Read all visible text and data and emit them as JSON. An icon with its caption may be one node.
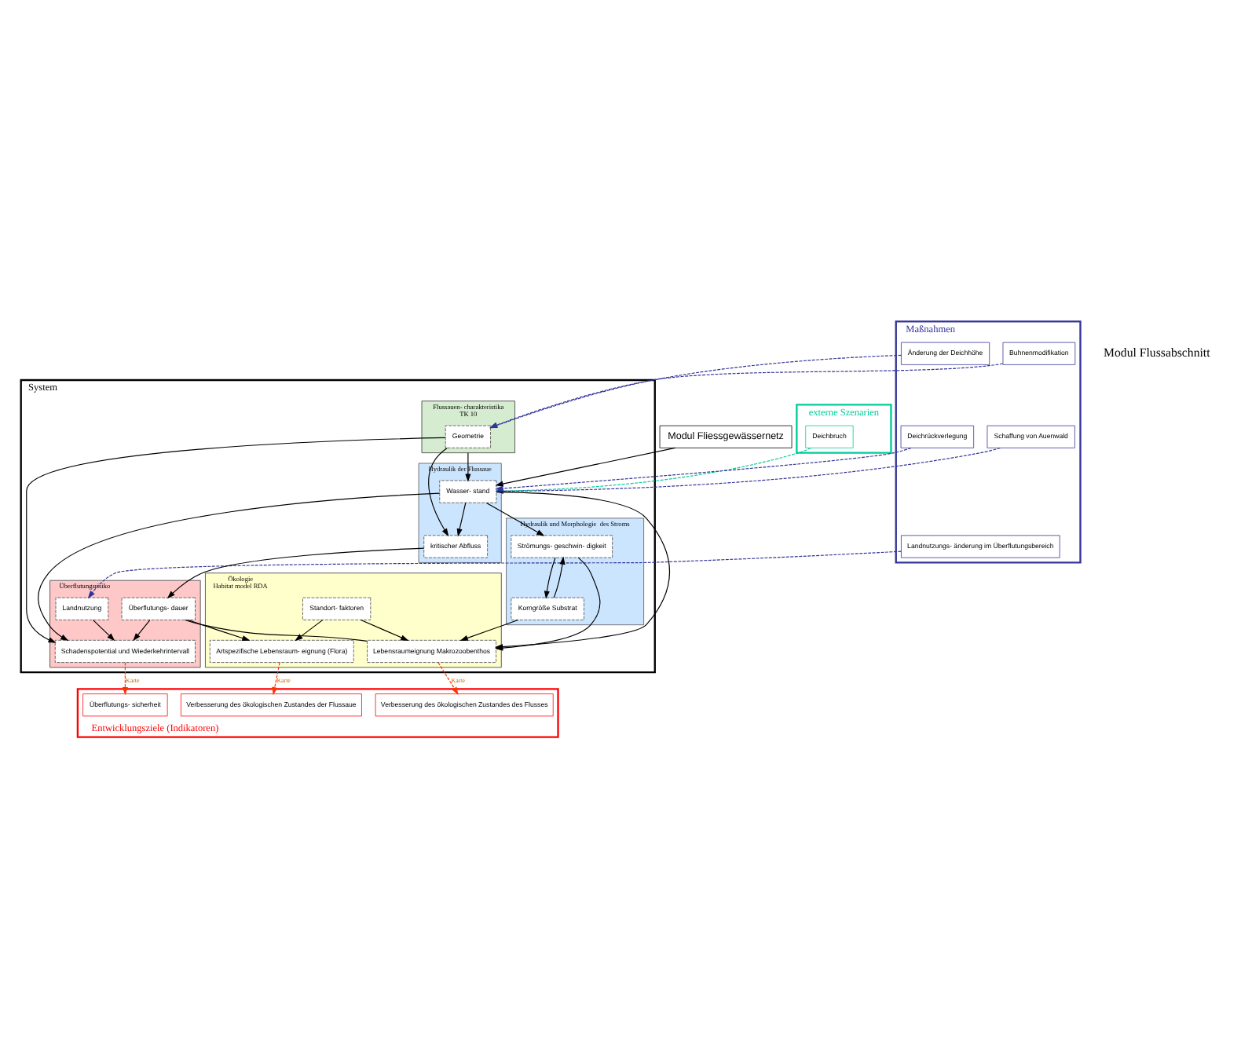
{
  "diagram": {
    "nodes": [
      {
        "text": [
          "Modul Fliessgewässernetz"
        ]
      },
      {
        "text": [
          "externe Szenarien"
        ]
      },
      {
        "text": [
          "Deichbruch"
        ],
        "in": 1
      },
      {
        "text": [
          "Maßnahmen"
        ]
      },
      {
        "text": [
          "Deichrückverlegung"
        ],
        "in": 3
      },
      {
        "text": [
          "Schaffung von Auenwald"
        ],
        "in": 3
      },
      {
        "text": [
          "Änderung der Deichhöhe"
        ],
        "in": 3
      },
      {
        "text": [
          "Buhnenmodifikation"
        ],
        "in": 3
      },
      {
        "text": [
          "Landnutzungs- änderung im Überflutungsbereich"
        ],
        "in": 3
      },
      {
        "text": [
          "System"
        ]
      },
      {
        "text": [
          "Hydraulik der Flussaue"
        ],
        "in": 9
      },
      {
        "text": [
          "Wasser- stand"
        ],
        "in": 10
      },
      {
        "text": [
          "kritischer Abfluss"
        ],
        "in": 10
      },
      {
        "text": [
          "Hydraulik und Morphologie  des Stroms"
        ],
        "in": 9
      },
      {
        "text": [
          "Strömungs- geschwin- digkeit"
        ],
        "in": 13
      },
      {
        "text": [
          "Korngröße Substrat"
        ],
        "in": 13
      },
      {
        "text": [
          "Flussauen- charakteristika",
          "TK 10"
        ],
        "in": 9
      },
      {
        "text": [
          "Geometrie"
        ],
        "in": 16
      },
      {
        "text": [
          "Überflutungsrisiko"
        ],
        "in": 9
      },
      {
        "text": [
          "Schadenspotential und Wiederkehrintervall"
        ],
        "in": 18
      },
      {
        "text": [
          "Landnutzung"
        ],
        "in": 18
      },
      {
        "text": [
          "Überflutungs- dauer"
        ],
        "in": 18
      },
      {
        "text": [
          "Ökologie",
          "Habitat model RDA"
        ],
        "in": 9
      },
      {
        "text": [
          "Lebensraumeignung Makrozoobenthos"
        ],
        "in": 22
      },
      {
        "text": [
          "Artspezifische Lebensraum- eignung (Flora)"
        ],
        "in": 22
      },
      {
        "text": [
          "Standort- faktoren"
        ],
        "in": 22
      },
      {
        "text": [
          "Entwicklungsziele (Indikatoren)"
        ]
      },
      {
        "text": [
          "Überflutungs- sicherheit"
        ],
        "in": 26
      },
      {
        "text": [
          "Verbesserung des ökologischen Zustandes der Flussaue"
        ],
        "in": 26
      },
      {
        "text": [
          "Verbesserung des ökologischen Zustandes des Flusses"
        ],
        "in": 26
      }
    ],
    "edges": [
      {
        "from": 0,
        "to": 11,
        "arrow": "to"
      },
      {
        "from": 2,
        "to": 11,
        "arrow": "to",
        "style": "dashed",
        "color": "#00cc99"
      },
      {
        "from": 4,
        "to": 11,
        "arrow": "to",
        "style": "dashed",
        "color": "#333399"
      },
      {
        "from": 5,
        "to": 11,
        "arrow": "to",
        "style": "dashed",
        "color": "#333399"
      },
      {
        "from": 6,
        "to": 17,
        "arrow": "to",
        "style": "dashed",
        "color": "#333399"
      },
      {
        "from": 7,
        "to": 17,
        "arrow": "to",
        "style": "dashed",
        "color": "#333399"
      },
      {
        "from": 8,
        "to": 20,
        "arrow": "to",
        "style": "dashed",
        "color": "#333399"
      },
      {
        "from": 16,
        "to": 11,
        "arrow": "to"
      },
      {
        "from": 17,
        "to": 12,
        "arrow": "to"
      },
      {
        "from": 11,
        "to": 12,
        "arrow": "to"
      },
      {
        "from": 11,
        "to": 14,
        "arrow": "to"
      },
      {
        "from": 14,
        "to": 15,
        "arrow": "to"
      },
      {
        "from": 15,
        "to": 14,
        "arrow": "to"
      },
      {
        "from": 11,
        "to": 23,
        "arrow": "to"
      },
      {
        "from": 14,
        "to": 23,
        "arrow": "to"
      },
      {
        "from": 15,
        "to": 23,
        "arrow": "to"
      },
      {
        "from": 11,
        "to": 19,
        "arrow": "to"
      },
      {
        "from": 17,
        "to": 19,
        "arrow": "to"
      },
      {
        "from": 12,
        "to": 21,
        "arrow": "to"
      },
      {
        "from": 21,
        "to": 19,
        "arrow": "to"
      },
      {
        "from": 20,
        "to": 19,
        "arrow": "to"
      },
      {
        "from": 21,
        "to": 23,
        "arrow": "none"
      },
      {
        "from": 21,
        "to": 24,
        "arrow": "to"
      },
      {
        "from": 25,
        "to": 24,
        "arrow": "to"
      },
      {
        "from": 25,
        "to": 23,
        "arrow": "to"
      },
      {
        "from": 19,
        "to": 27,
        "arrow": "to",
        "label": "Karte",
        "style": "dashed",
        "color": "#ff3300"
      },
      {
        "from": 24,
        "to": 28,
        "arrow": "to",
        "label": "Karte",
        "style": "dashed",
        "color": "#ff3300"
      },
      {
        "from": 23,
        "to": 29,
        "arrow": "to",
        "label": "Karte",
        "style": "dashed",
        "color": "#ff3300"
      }
    ],
    "labels": [
      "Modul Flussabschnitt"
    ]
  }
}
